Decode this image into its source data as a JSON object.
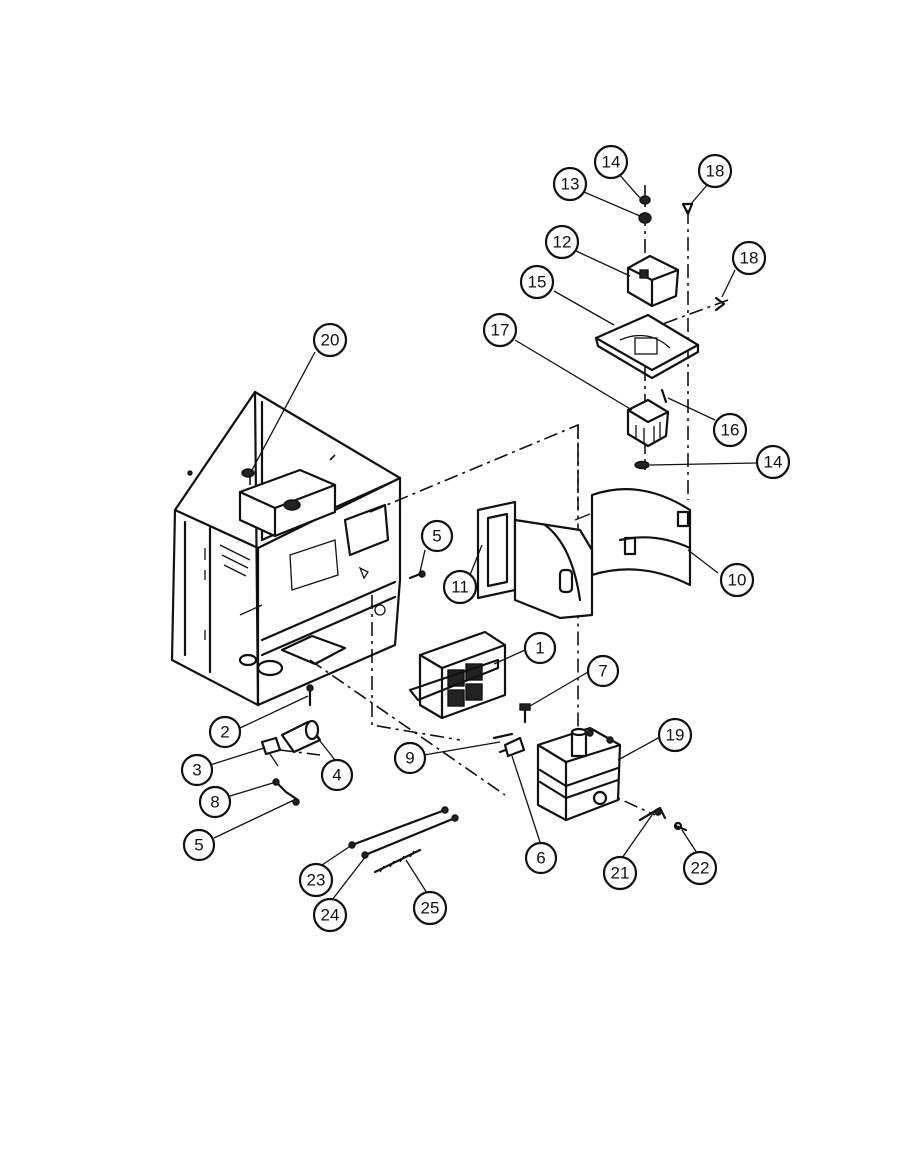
{
  "callouts": [
    {
      "id": "c14a",
      "label": "14"
    },
    {
      "id": "c18a",
      "label": "18"
    },
    {
      "id": "c13",
      "label": "13"
    },
    {
      "id": "c12",
      "label": "12"
    },
    {
      "id": "c18b",
      "label": "18"
    },
    {
      "id": "c15",
      "label": "15"
    },
    {
      "id": "c20",
      "label": "20"
    },
    {
      "id": "c17",
      "label": "17"
    },
    {
      "id": "c16",
      "label": "16"
    },
    {
      "id": "c14b",
      "label": "14"
    },
    {
      "id": "c5a",
      "label": "5"
    },
    {
      "id": "c11",
      "label": "11"
    },
    {
      "id": "c10",
      "label": "10"
    },
    {
      "id": "c1",
      "label": "1"
    },
    {
      "id": "c7",
      "label": "7"
    },
    {
      "id": "c2",
      "label": "2"
    },
    {
      "id": "c19",
      "label": "19"
    },
    {
      "id": "c3",
      "label": "3"
    },
    {
      "id": "c4",
      "label": "4"
    },
    {
      "id": "c9",
      "label": "9"
    },
    {
      "id": "c8",
      "label": "8"
    },
    {
      "id": "c5b",
      "label": "5"
    },
    {
      "id": "c6",
      "label": "6"
    },
    {
      "id": "c21",
      "label": "21"
    },
    {
      "id": "c22",
      "label": "22"
    },
    {
      "id": "c23",
      "label": "23"
    },
    {
      "id": "c25",
      "label": "25"
    },
    {
      "id": "c24",
      "label": "24"
    }
  ]
}
